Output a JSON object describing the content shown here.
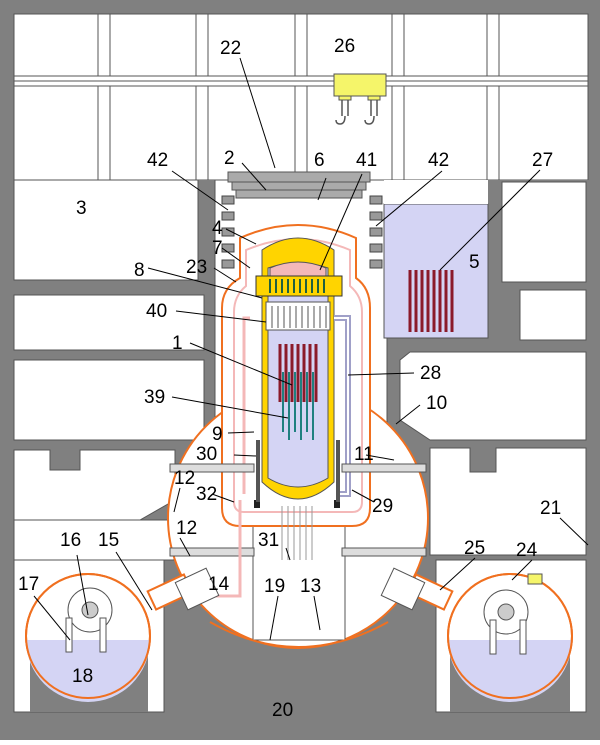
{
  "diagram": {
    "colors": {
      "concrete": "#808080",
      "white": "#ffffff",
      "vessel_orange": "#f07020",
      "core_yellow": "#ffd400",
      "water_lavender": "#d4d4f4",
      "fuel_red": "#8b1a2a",
      "rod_teal": "#1f8080",
      "hatch_gray": "#aaaaaa",
      "crane_yellow": "#f5f56a",
      "pink_line": "#f4b8b8"
    },
    "labels": [
      {
        "id": "1",
        "text": "1"
      },
      {
        "id": "2",
        "text": "2"
      },
      {
        "id": "3",
        "text": "3"
      },
      {
        "id": "4",
        "text": "4"
      },
      {
        "id": "5",
        "text": "5"
      },
      {
        "id": "6",
        "text": "6"
      },
      {
        "id": "7",
        "text": "7"
      },
      {
        "id": "8",
        "text": "8"
      },
      {
        "id": "9",
        "text": "9"
      },
      {
        "id": "10",
        "text": "10"
      },
      {
        "id": "11",
        "text": "11"
      },
      {
        "id": "12a",
        "text": "12"
      },
      {
        "id": "12b",
        "text": "12"
      },
      {
        "id": "13",
        "text": "13"
      },
      {
        "id": "14",
        "text": "14"
      },
      {
        "id": "15",
        "text": "15"
      },
      {
        "id": "16",
        "text": "16"
      },
      {
        "id": "17",
        "text": "17"
      },
      {
        "id": "18",
        "text": "18"
      },
      {
        "id": "19",
        "text": "19"
      },
      {
        "id": "20",
        "text": "20"
      },
      {
        "id": "21",
        "text": "21"
      },
      {
        "id": "22",
        "text": "22"
      },
      {
        "id": "23",
        "text": "23"
      },
      {
        "id": "24",
        "text": "24"
      },
      {
        "id": "25",
        "text": "25"
      },
      {
        "id": "26",
        "text": "26"
      },
      {
        "id": "27",
        "text": "27"
      },
      {
        "id": "28",
        "text": "28"
      },
      {
        "id": "29",
        "text": "29"
      },
      {
        "id": "30",
        "text": "30"
      },
      {
        "id": "31",
        "text": "31"
      },
      {
        "id": "32",
        "text": "32"
      },
      {
        "id": "39",
        "text": "39"
      },
      {
        "id": "40",
        "text": "40"
      },
      {
        "id": "41",
        "text": "41"
      },
      {
        "id": "42a",
        "text": "42"
      },
      {
        "id": "42b",
        "text": "42"
      }
    ]
  }
}
